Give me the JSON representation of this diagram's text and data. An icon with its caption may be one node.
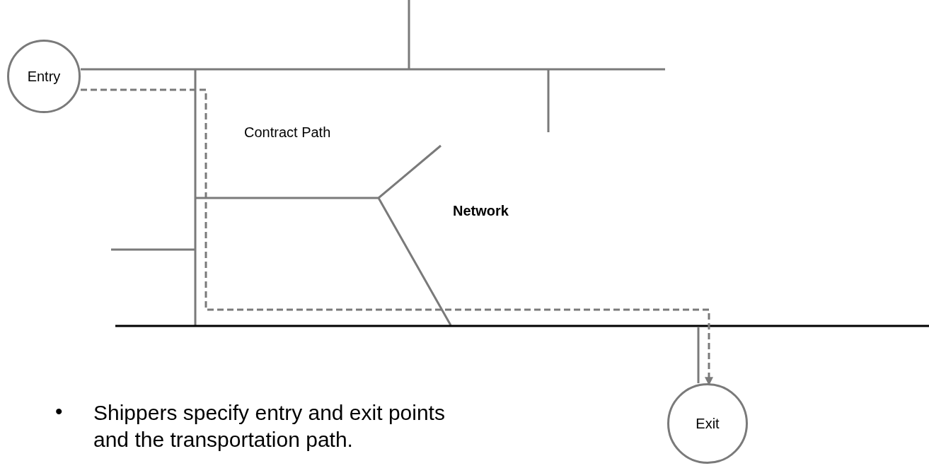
{
  "diagram": {
    "nodes": [
      {
        "text": [
          "Entry"
        ]
      },
      {
        "text": [
          "Exit"
        ]
      }
    ],
    "edges": [
      {
        "from": 0,
        "to": 1,
        "arrow": "to",
        "style": "dashed"
      },
      {
        "from": 0,
        "to": null,
        "arrow": "none"
      },
      {
        "from": null,
        "to": 1,
        "arrow": "none"
      }
    ],
    "labels": [
      "Contract Path",
      "Network",
      "•",
      "Shippers specify entry and exit points and the transportation path."
    ]
  }
}
